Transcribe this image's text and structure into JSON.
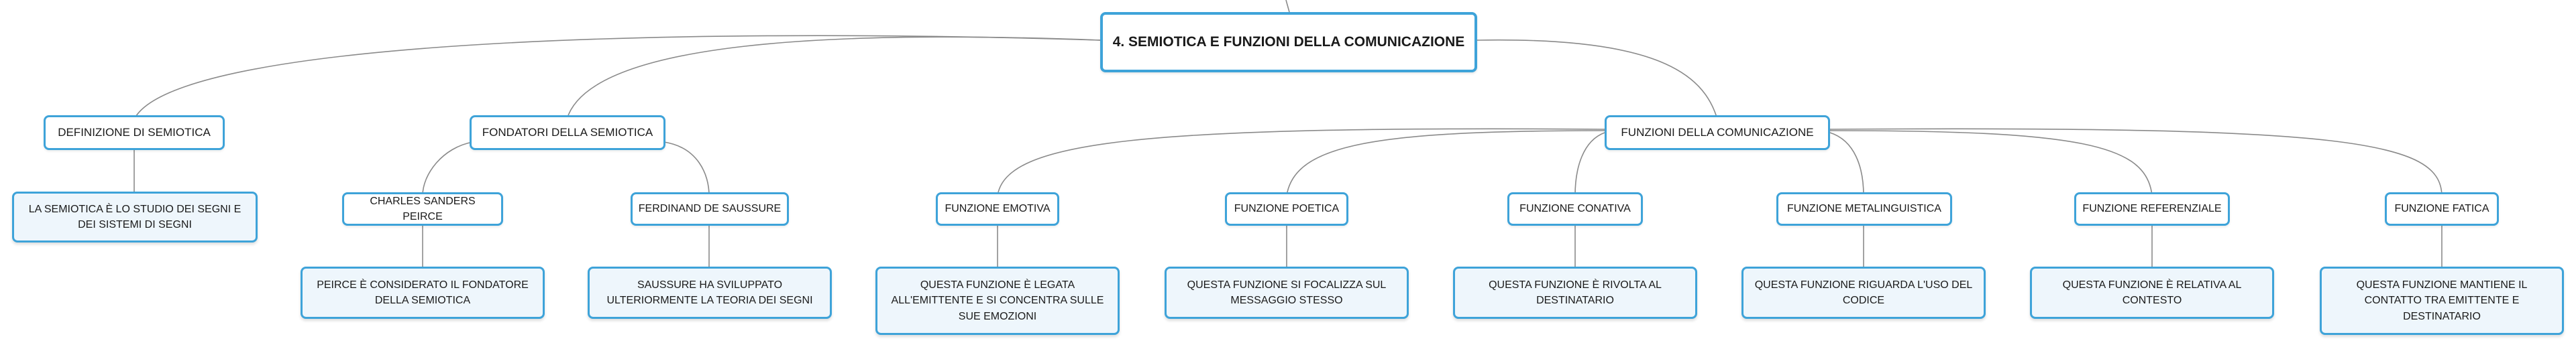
{
  "map": {
    "root": "4. SEMIOTICA E FUNZIONI DELLA COMUNICAZIONE",
    "definizione": {
      "title": "DEFINIZIONE DI SEMIOTICA",
      "note": "LA SEMIOTICA È LO STUDIO DEI SEGNI E DEI SISTEMI DI SEGNI"
    },
    "fondatori": {
      "title": "FONDATORI DELLA SEMIOTICA",
      "peirce": {
        "title": "CHARLES SANDERS PEIRCE",
        "note": "PEIRCE È CONSIDERATO IL FONDATORE DELLA SEMIOTICA"
      },
      "saussure": {
        "title": "FERDINAND DE SAUSSURE",
        "note": "SAUSSURE HA SVILUPPATO ULTERIORMENTE LA TEORIA DEI SEGNI"
      }
    },
    "funzioni": {
      "title": "FUNZIONI DELLA COMUNICAZIONE",
      "emotiva": {
        "title": "FUNZIONE EMOTIVA",
        "note": "QUESTA FUNZIONE È LEGATA ALL'EMITTENTE E SI CONCENTRA SULLE SUE EMOZIONI"
      },
      "poetica": {
        "title": "FUNZIONE POETICA",
        "note": "QUESTA FUNZIONE SI FOCALIZZA SUL MESSAGGIO STESSO"
      },
      "conativa": {
        "title": "FUNZIONE CONATIVA",
        "note": "QUESTA FUNZIONE È RIVOLTA AL DESTINATARIO"
      },
      "metalinguistica": {
        "title": "FUNZIONE METALINGUISTICA",
        "note": "QUESTA FUNZIONE RIGUARDA L'USO DEL CODICE"
      },
      "referenziale": {
        "title": "FUNZIONE REFERENZIALE",
        "note": "QUESTA FUNZIONE È RELATIVA AL CONTESTO"
      },
      "fatica": {
        "title": "FUNZIONE FATICA",
        "note": "QUESTA FUNZIONE MANTIENE IL CONTATTO TRA EMITTENTE E DESTINATARIO"
      }
    }
  },
  "colors": {
    "border": "#3ea3d9",
    "leaf_fill": "#eef6fc",
    "connector": "#8a8a8a"
  }
}
